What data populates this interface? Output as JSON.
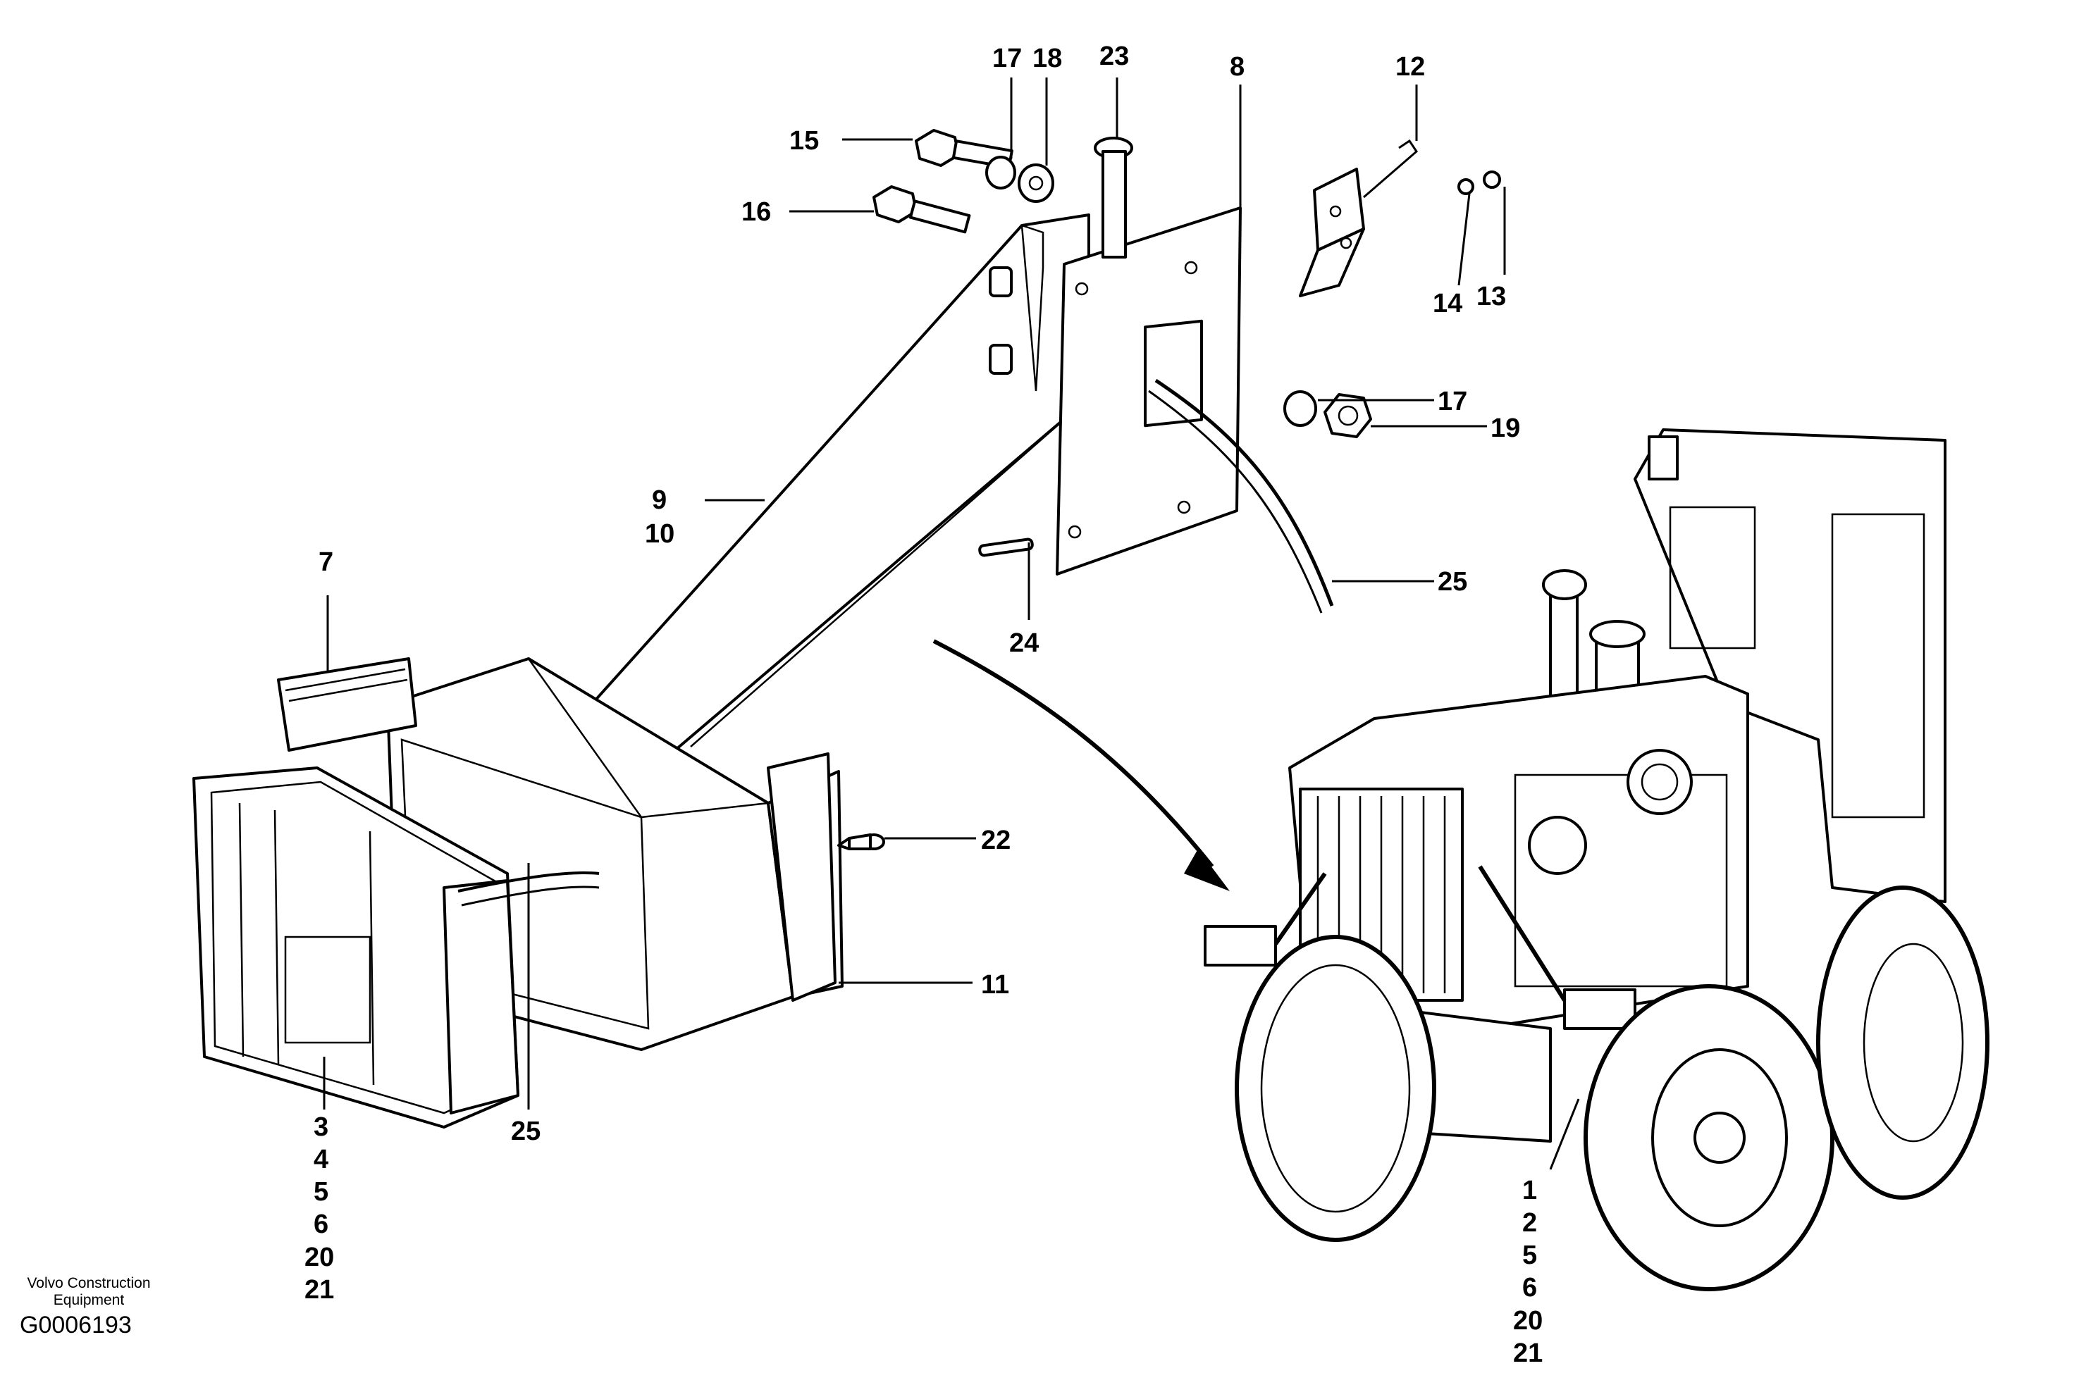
{
  "brand": {
    "line1": "Volvo Construction",
    "line2": "Equipment"
  },
  "doc_id": "G0006193",
  "callouts": {
    "c1": "17",
    "c2": "18",
    "c3": "23",
    "c4": "8",
    "c5": "12",
    "c6": "15",
    "c7": "16",
    "c8": "14",
    "c9": "13",
    "c10": "17",
    "c11": "19",
    "c12a": "9",
    "c12b": "10",
    "c13": "25",
    "c14": "7",
    "c15": "24",
    "c16": "22",
    "c17": "11",
    "c18": "25",
    "left_stack": [
      "3",
      "4",
      "5",
      "6",
      "20",
      "21"
    ],
    "right_stack": [
      "1",
      "2",
      "5",
      "6",
      "20",
      "21"
    ]
  }
}
